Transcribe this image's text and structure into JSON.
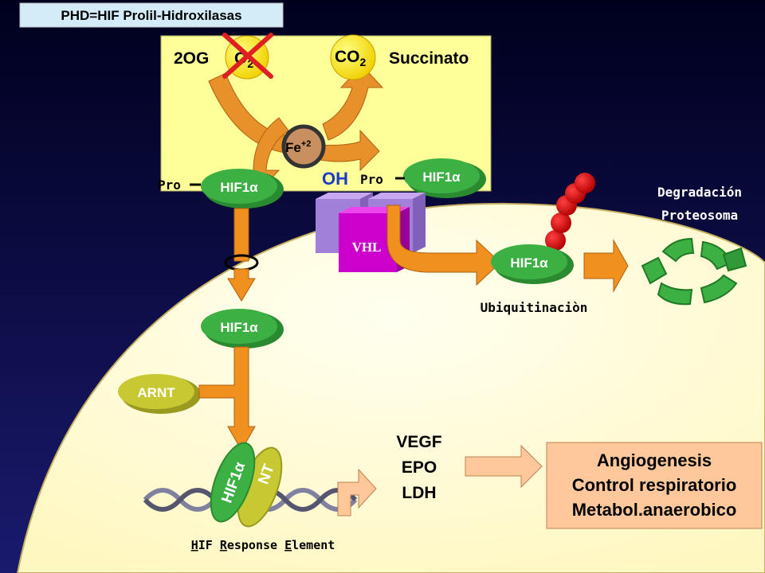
{
  "title": "PHD=HIF Prolil-Hidroxilasas",
  "reaction": {
    "substrate_1": "2OG",
    "o2_base": "O",
    "o2_sub": "2",
    "co2_base": "CO",
    "co2_sub": "2",
    "product": "Succinato",
    "cofactor_base": "Fe",
    "cofactor_sup": "+2"
  },
  "hif1a_label": "HIF1α",
  "pro_label": "Pro",
  "oh_label": "OH",
  "vhl_label": "VHL",
  "degradation_line1": "Degradación",
  "degradation_line2": "Proteosoma",
  "ubiquitination": "Ubiquitinaciòn",
  "arnt_label": "ARNT",
  "arnt_partial": "NT",
  "genes": [
    "VEGF",
    "EPO",
    "LDH"
  ],
  "effects": [
    "Angiogenesis",
    "Control respiratorio",
    "Metabol.anaerobico"
  ],
  "hre": {
    "h": "H",
    "ir": "IF ",
    "r": "R",
    "esponse": "esponse ",
    "e": "E",
    "lement": "lement"
  },
  "colors": {
    "background_dark": "#0a0a3a",
    "cell": "#fffdd0",
    "panel": "#ffff99",
    "hif_green": "#3cb043",
    "arnt_olive": "#c8c832",
    "arrow_orange": "#f0901e",
    "vhl_magenta": "#cc00cc",
    "ubiquitin_red": "#cc0000",
    "cross_red": "#e02020",
    "effects_box": "#ffc89b"
  }
}
